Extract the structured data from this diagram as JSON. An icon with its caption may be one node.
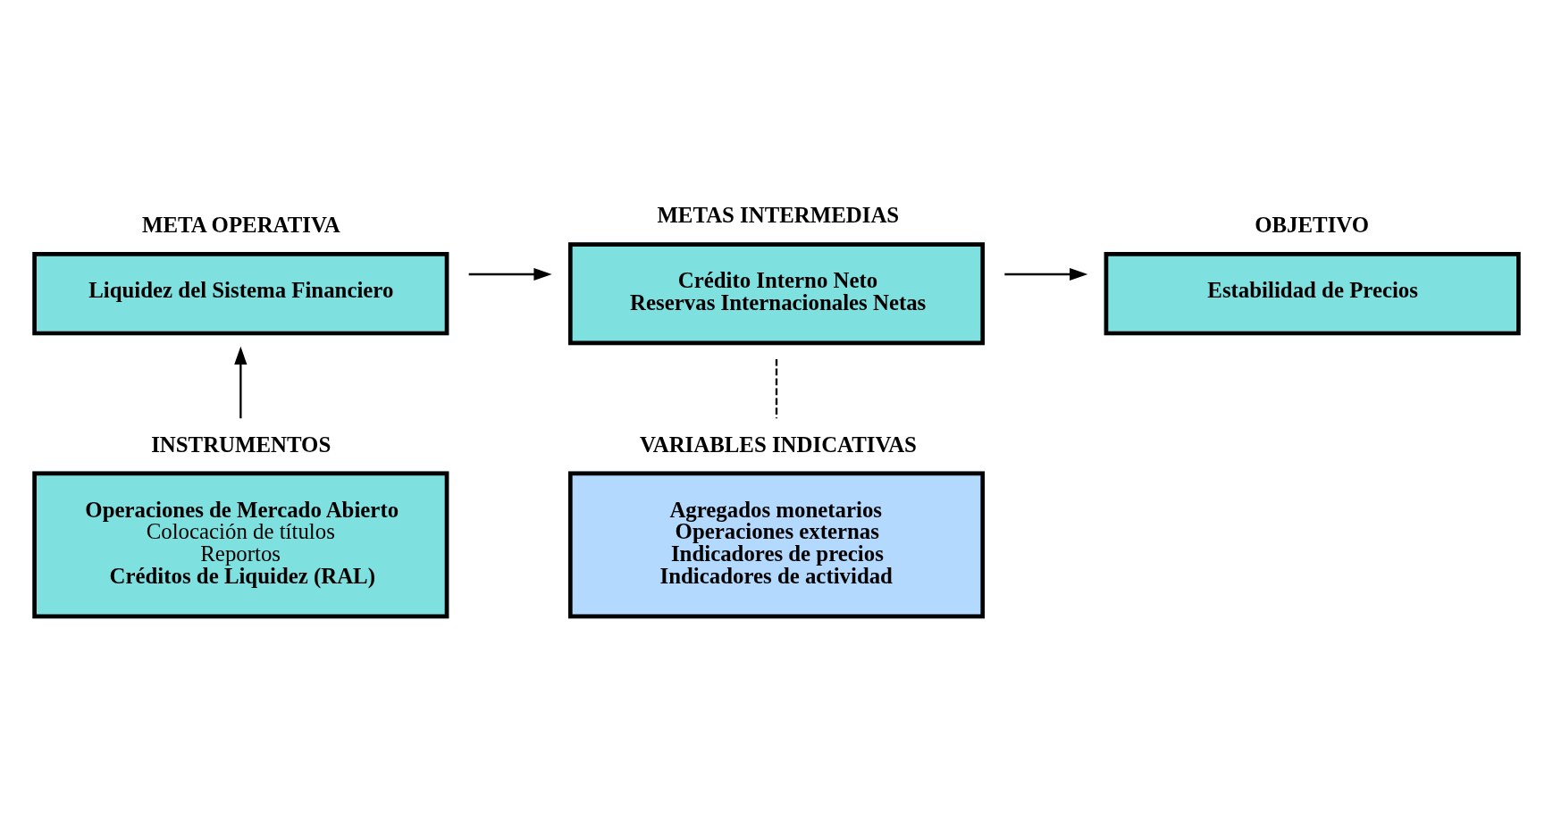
{
  "diagram": {
    "nodes": [
      {
        "text": [
          "META OPERATIVA",
          "Liquidez del Sistema Financiero"
        ]
      },
      {
        "text": [
          "METAS INTERMEDIAS",
          "Crédito Interno Neto",
          "Reservas Internacionales Netas"
        ]
      },
      {
        "text": [
          "OBJETIVO",
          "Estabilidad de Precios"
        ]
      },
      {
        "text": [
          "INSTRUMENTOS",
          "Operaciones de Mercado Abierto",
          "Colocación de títulos",
          "Reportos",
          "Créditos de Liquidez (RAL)"
        ]
      },
      {
        "text": [
          "VARIABLES INDICATIVAS",
          "Agregados monetarios",
          "Operaciones externas",
          "Indicadores de precios",
          "Indicadores de actividad"
        ]
      }
    ],
    "edges": [
      {
        "from": 0,
        "to": 1,
        "arrow": "to"
      },
      {
        "from": 1,
        "to": 2,
        "arrow": "to"
      },
      {
        "from": 3,
        "to": 0,
        "arrow": "to"
      },
      {
        "from": 1,
        "to": 4,
        "arrow": "none",
        "style": "dashed"
      }
    ]
  }
}
